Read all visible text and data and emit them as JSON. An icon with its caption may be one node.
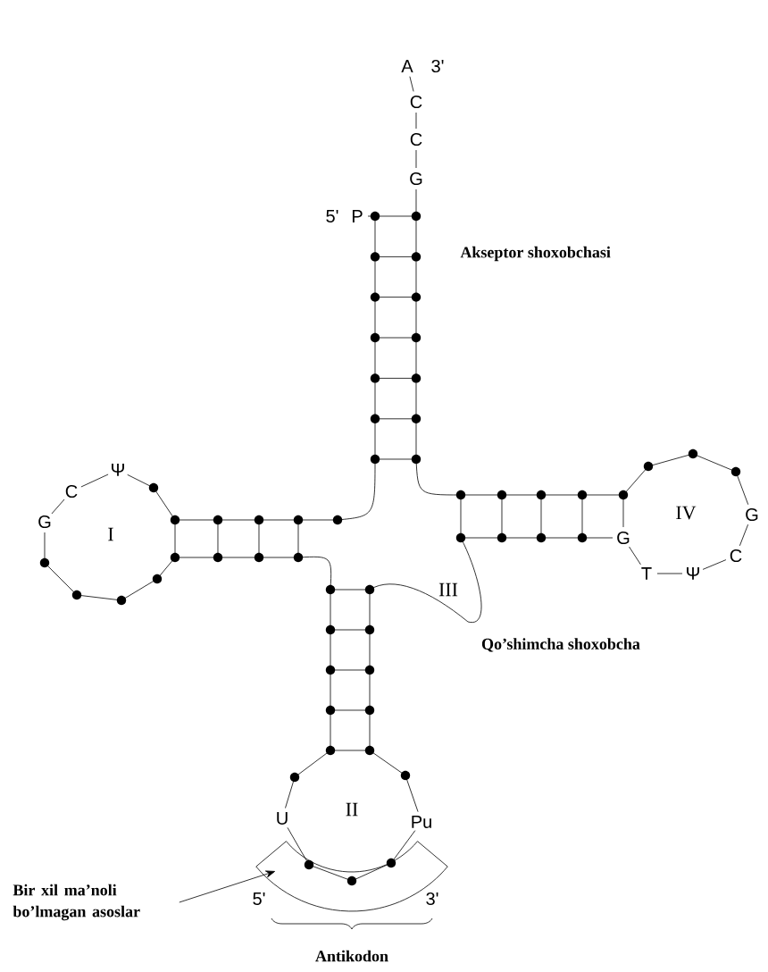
{
  "diagram": {
    "nodes": [
      {
        "text": [
          "Bir xil ma’noli bo’lmagan asoslar"
        ]
      },
      {
        "text": [],
        "shape": "band"
      }
    ],
    "edges": [
      {
        "from": 0,
        "to": 1,
        "arrow": "to"
      }
    ],
    "labels": [
      "A",
      "3'",
      "C",
      "C",
      "G",
      "5'",
      "P",
      "Akseptor shoxobchasi",
      "Ψ",
      "C",
      "G",
      "I",
      "IV",
      "G",
      "C",
      "T",
      "Ψ",
      "G",
      "III",
      "Qo’shimcha shoxobcha",
      "II",
      "U",
      "Pu",
      "5'",
      "3'",
      "Antikodon"
    ]
  }
}
